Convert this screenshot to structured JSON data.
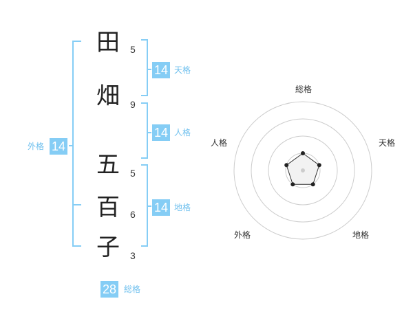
{
  "name": {
    "chars": [
      {
        "char": "田",
        "strokes": "5"
      },
      {
        "char": "畑",
        "strokes": "9"
      },
      {
        "char": "五",
        "strokes": "5"
      },
      {
        "char": "百",
        "strokes": "6"
      },
      {
        "char": "子",
        "strokes": "3"
      }
    ]
  },
  "kakusu": {
    "tenkaku": {
      "value": "14",
      "label": "天格"
    },
    "jinkaku": {
      "value": "14",
      "label": "人格"
    },
    "chikaku": {
      "value": "14",
      "label": "地格"
    },
    "gaikaku": {
      "value": "14",
      "label": "外格"
    },
    "soukaku": {
      "value": "28",
      "label": "総格"
    }
  },
  "radar": {
    "axes": [
      "総格",
      "天格",
      "地格",
      "外格",
      "人格"
    ],
    "values": [
      0.25,
      0.25,
      0.25,
      0.25,
      0.25
    ],
    "max": 1,
    "rings": 4
  },
  "colors": {
    "accent": "#85cdf5",
    "bracket": "#85cdf5",
    "text": "#222222"
  }
}
